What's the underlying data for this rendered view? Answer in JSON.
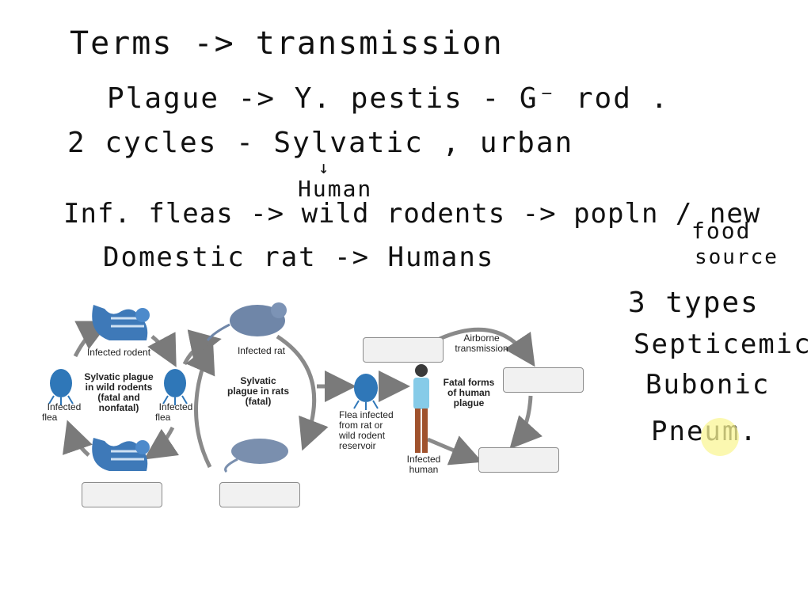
{
  "notes": {
    "line1": "Terms -> transmission",
    "line2": "Plague -> Y. pestis - G⁻ rod .",
    "line3": "2 cycles - Sylvatic , urban",
    "arrow_mark": "↓",
    "line_human": "Human",
    "line4": "Inf. fleas -> wild rodents -> popln / new",
    "line4b": "food",
    "line4c": "source",
    "line5": "Domestic rat -> Humans",
    "types_title": "3 types",
    "type1": "Septicemic",
    "type2": "Bubonic",
    "type3": "Pneum."
  },
  "diagram": {
    "infected_rodent": "Infected rodent",
    "sylvatic_wild_1": "Sylvatic plague",
    "sylvatic_wild_2": "in wild rodents",
    "sylvatic_wild_3": "(fatal and",
    "sylvatic_wild_4": "nonfatal)",
    "infected_flea_left_1": "Infected",
    "infected_flea_left_2": "flea",
    "infected_flea_right_1": "Infected",
    "infected_flea_right_2": "flea",
    "infected_rat": "Infected rat",
    "sylvatic_rats_1": "Sylvatic",
    "sylvatic_rats_2": "plague in rats",
    "sylvatic_rats_3": "(fatal)",
    "flea_infected_1": "Flea infected",
    "flea_infected_2": "from rat or",
    "flea_infected_3": "wild rodent",
    "flea_infected_4": "reservoir",
    "airborne_1": "Airborne",
    "airborne_2": "transmission",
    "fatal_forms_1": "Fatal forms",
    "fatal_forms_2": "of human",
    "fatal_forms_3": "plague",
    "infected_human_1": "Infected",
    "infected_human_2": "human"
  }
}
